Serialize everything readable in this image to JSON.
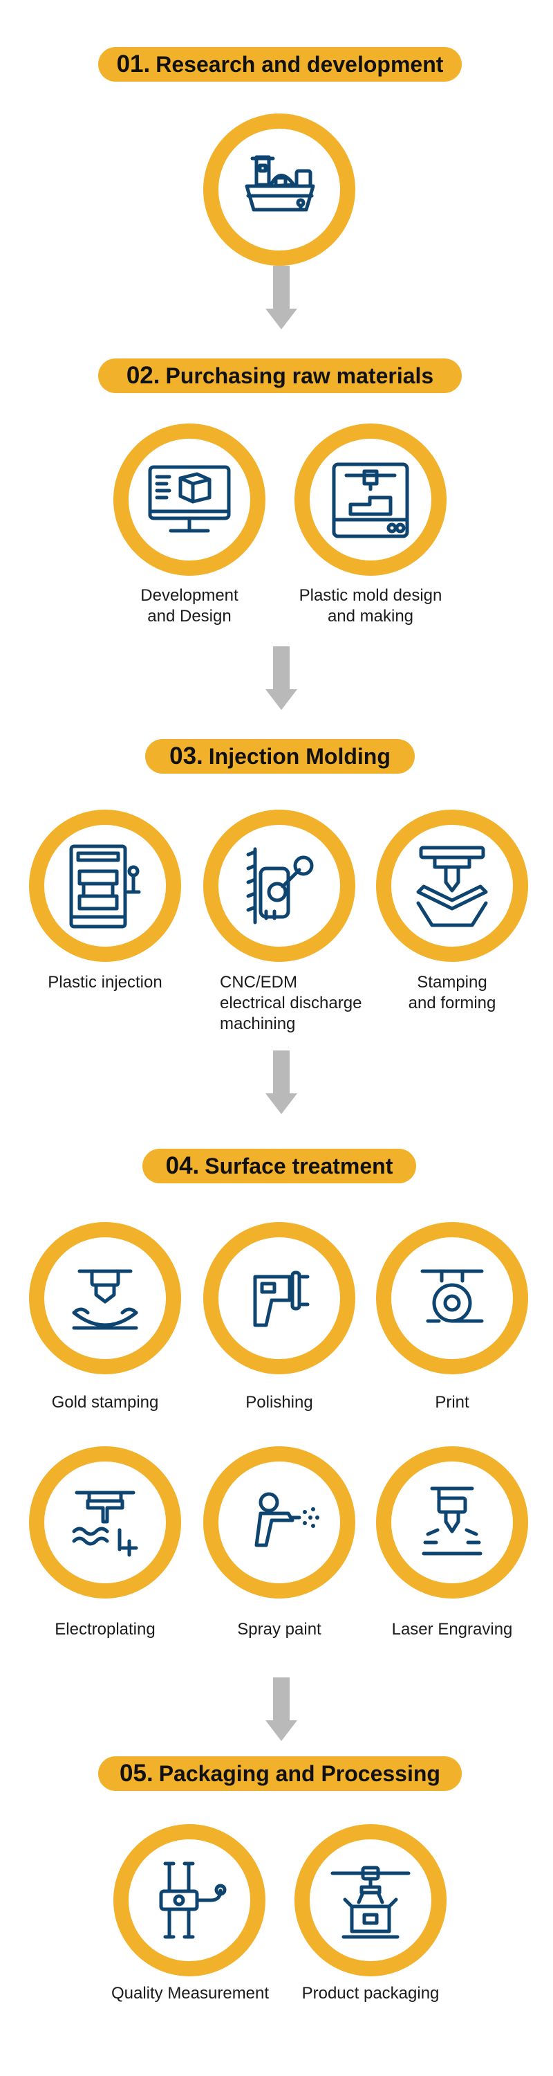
{
  "steps": [
    {
      "num": "01.",
      "title": "Research and development"
    },
    {
      "num": "02.",
      "title": "Purchasing raw materials"
    },
    {
      "num": "03.",
      "title": "Injection Molding"
    },
    {
      "num": "04.",
      "title": "Surface treatment"
    },
    {
      "num": "05.",
      "title": "Packaging and Processing"
    }
  ],
  "captions": {
    "development_design_1": "Development",
    "development_design_2": "and Design",
    "mold_design_1": "Plastic mold design",
    "mold_design_2": "and making",
    "plastic_injection": "Plastic injection",
    "cnc_1": "CNC/EDM",
    "cnc_2": "electrical discharge",
    "cnc_3": "machining",
    "stamping_1": "Stamping",
    "stamping_2": "and forming",
    "gold_stamping": "Gold stamping",
    "polishing": "Polishing",
    "print": "Print",
    "electroplating": "Electroplating",
    "spray_paint": "Spray paint",
    "laser_engraving": "Laser Engraving",
    "quality_measurement": "Quality Measurement",
    "product_packaging": "Product packaging"
  },
  "icons": {
    "rd": "ship-icon",
    "dev": "monitor-cube-icon",
    "mold": "3d-printer-icon",
    "injection": "press-machine-icon",
    "cnc": "robot-arm-icon",
    "stamping": "stamping-press-icon",
    "gold": "stamp-die-icon",
    "polish": "polisher-icon",
    "print": "print-roller-icon",
    "electro": "electroplating-icon",
    "spray": "spray-gun-icon",
    "laser": "laser-engraver-icon",
    "quality": "caliper-icon",
    "packaging": "packaging-robot-icon"
  },
  "colors": {
    "accent": "#f2b12a",
    "icon": "#0e4470",
    "arrow": "#b9b9b9"
  }
}
